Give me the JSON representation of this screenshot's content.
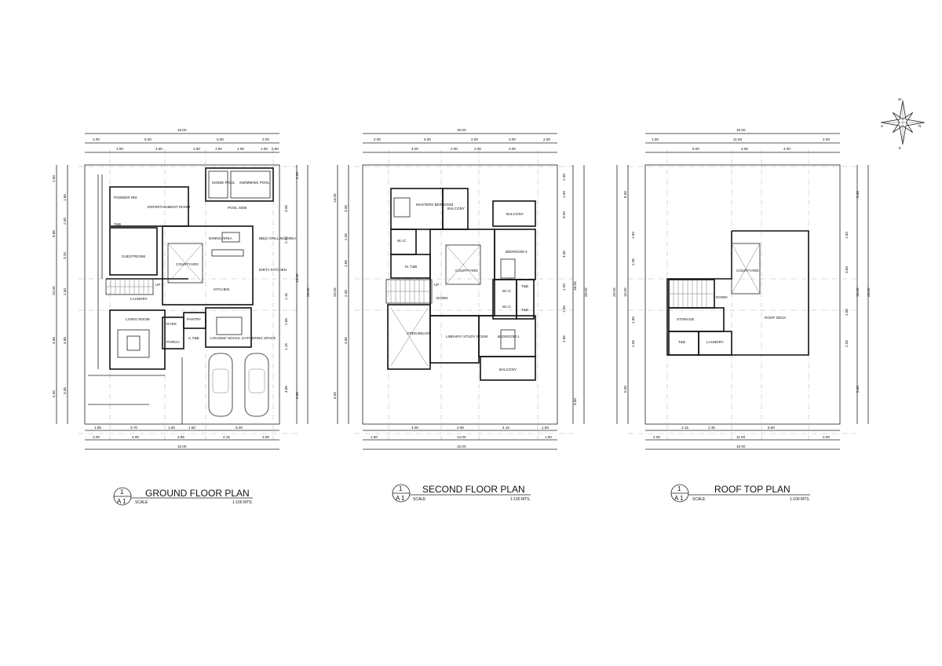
{
  "plans": [
    {
      "title": "GROUND FLOOR PLAN",
      "bubble_top": "1",
      "bubble_bottom": "A 1",
      "scale_label": "SCALE",
      "scale_value": "1:100 MTS.",
      "dims_top_overall": "15.00",
      "dims_top_row2": [
        "2.00",
        "6.00",
        "5.00",
        "2.00"
      ],
      "dims_top_row3": [
        "1.50",
        "4.50",
        "1.60",
        "1.60",
        "1.90",
        "1.50",
        "0.50"
      ],
      "dims_bottom_row1": [
        "1.85",
        "3.70",
        "1.50",
        "1.50",
        "6.00"
      ],
      "dims_bottom_row2": [
        "2.00",
        "4.00",
        "2.85",
        "4.15",
        "2.00"
      ],
      "dims_bottom_overall": "15.00",
      "dims_left_outer": [
        "2.00",
        "8.85",
        "20.00",
        "4.85",
        "4.00"
      ],
      "dims_left_inner": [
        "1.65",
        "2.00",
        "3.20",
        "2.30",
        "4.85",
        "3.35"
      ],
      "dims_right_inner": [
        "3.00",
        "2.30",
        "1.15",
        "2.65",
        "1.15",
        "4.85"
      ],
      "dims_right_outer": [
        "2.00",
        "14.00",
        "20.00",
        "4.00"
      ],
      "rooms": [
        "ENTERTAINMENT ROOM",
        "KIDDIE POOL",
        "SWIMMING POOL",
        "POOL SIDE",
        "POWDER RM.",
        "T&B",
        "GUESTROOM",
        "DINING AREA",
        "BBQ/ GRILLING AREA",
        "COURTYARD",
        "UP",
        "DIRTY KITCHEN",
        "KITCHEN",
        "LAUNDRY",
        "LIVING ROOM",
        "FOYER",
        "PANTRY",
        "C.T&B",
        "LOUNGE/ SOCIAL GATHERING SPACE",
        "PORCH"
      ]
    },
    {
      "title": "SECOND FLOOR PLAN",
      "bubble_top": "1",
      "bubble_bottom": "A 1",
      "scale_label": "SCALE",
      "scale_value": "1:100 MTS.",
      "dims_top_overall": "15.00",
      "dims_top_row2": [
        "2.00",
        "6.00",
        "2.00",
        "3.00",
        "2.00"
      ],
      "dims_top_row3": [
        "4.00",
        "2.00",
        "2.00",
        "3.00"
      ],
      "dims_bottom_row1": [
        "4.00",
        "2.85",
        "4.15",
        "1.50"
      ],
      "dims_bottom_row2": [
        "1.50",
        "12.00",
        "1.50"
      ],
      "dims_bottom_overall": "15.00",
      "dims_left_outer": [
        "20.00",
        "4.00"
      ],
      "dims_left_inner": [
        "3.00",
        "2.00",
        "1.65",
        "14.00",
        "2.30",
        "4.85"
      ],
      "dims_right_inner": [
        "2.00",
        "1.00",
        "3.00",
        "4.00",
        "1.50",
        "1.65",
        "2.85",
        "3.00"
      ],
      "dims_right_outer": [
        "16.00",
        "20.00"
      ],
      "rooms": [
        "MASTERS BEDROOM",
        "BALCONY",
        "BALCONY",
        "W.I.C",
        "M. T&B",
        "COURTYARD",
        "BEDROOM 2",
        "UP",
        "DOWN",
        "W.I.C",
        "T&B",
        "W.I.C",
        "T&B",
        "OPEN BELOW",
        "LIBRARY/ STUDY ROOM",
        "BEDROOM 1",
        "BALCONY"
      ]
    },
    {
      "title": "ROOF TOP PLAN",
      "bubble_top": "1",
      "bubble_bottom": "A 1",
      "scale_label": "SCALE",
      "scale_value": "1:100 MTS.",
      "dims_top_overall": "15.00",
      "dims_top_row2": [
        "1.50",
        "11.50",
        "2.00"
      ],
      "dims_top_row3": [
        "6.00",
        "2.60",
        "4.00"
      ],
      "dims_bottom_row1": [
        "2.15",
        "2.35",
        "6.50"
      ],
      "dims_bottom_row2": [
        "2.00",
        "11.00",
        "2.00"
      ],
      "dims_bottom_overall": "15.00",
      "dims_left_outer": [
        "6.00",
        "20.00",
        "5.00"
      ],
      "dims_left_inner": [
        "1.50",
        "2.35",
        "10.00",
        "1.85",
        "2.00"
      ],
      "dims_right_inner": [
        "1.50",
        "3.65",
        "2.65",
        "2.00"
      ],
      "dims_right_outer": [
        "5.00",
        "10.00",
        "20.00",
        "5.00"
      ],
      "rooms": [
        "COURTYARD",
        "DOWN",
        "ROOF DECK",
        "STORAGE",
        "T&B",
        "LAUNDRY"
      ]
    }
  ],
  "compass": {
    "n": "N",
    "s": "S",
    "e": "E",
    "w": "W"
  }
}
